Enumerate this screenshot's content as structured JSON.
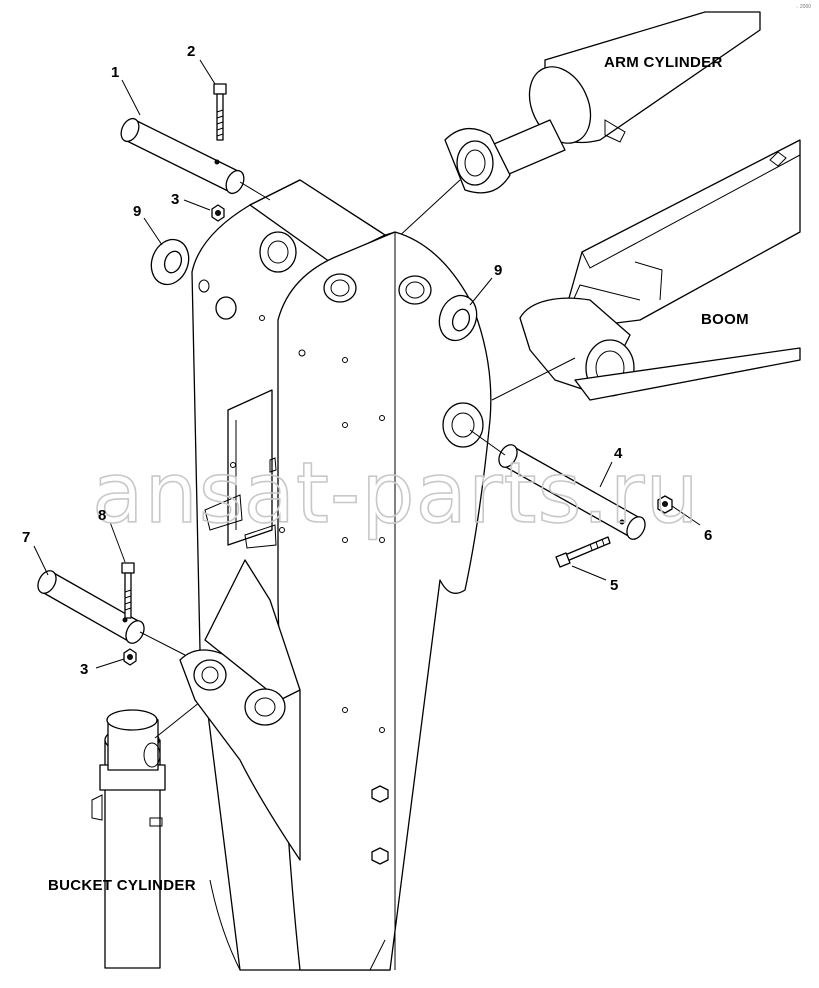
{
  "labels": {
    "arm_cylinder": "ARM CYLINDER",
    "boom": "BOOM",
    "bucket_cylinder": "BUCKET CYLINDER"
  },
  "callouts": {
    "c1": "1",
    "c2": "2",
    "c3_top": "3",
    "c9_left": "9",
    "c9_right": "9",
    "c4": "4",
    "c6": "6",
    "c5": "5",
    "c7": "7",
    "c8": "8",
    "c3_bottom": "3"
  },
  "watermark": "ansat-parts.ru",
  "corner_mark": "⸜ 2000"
}
